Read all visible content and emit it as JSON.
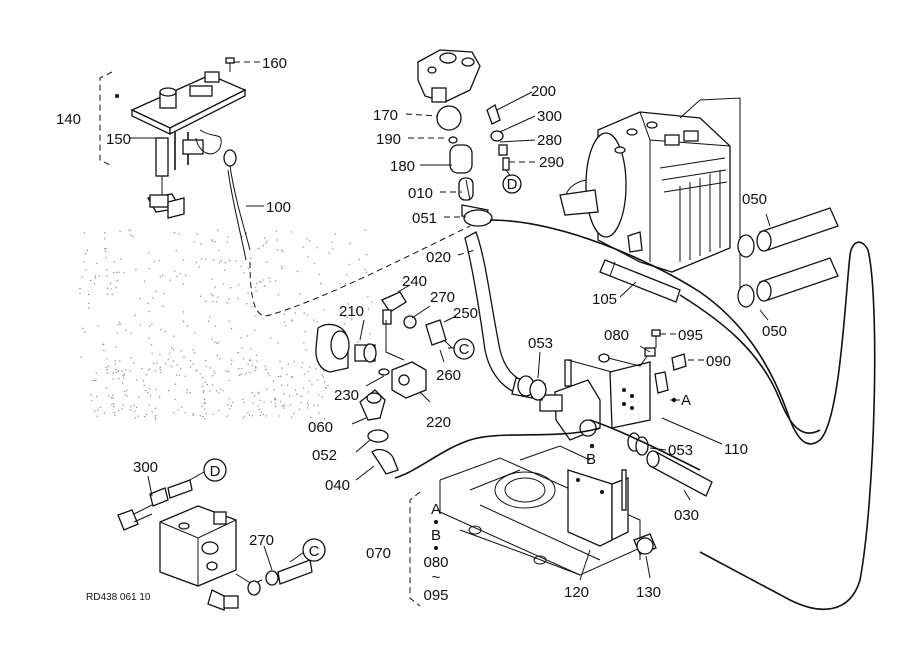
{
  "drawing_code": "RD438 061 10",
  "callouts": {
    "c160": "160",
    "c140": "140",
    "c150": "150",
    "c100": "100",
    "c170": "170",
    "c190": "190",
    "c180": "180",
    "c010": "010",
    "c051": "051",
    "c020": "020",
    "c200": "200",
    "c300": "300",
    "c280": "280",
    "c290": "290",
    "c050a": "050",
    "c050b": "050",
    "c105": "105",
    "c240": "240",
    "c270": "270",
    "c250": "250",
    "c210": "210",
    "c230": "230",
    "c260": "260",
    "c220": "220",
    "c060": "060",
    "c052": "052",
    "c040": "040",
    "c053a": "053",
    "c053b": "053",
    "c080": "080",
    "c095": "095",
    "c090": "090",
    "c110": "110",
    "c030": "030",
    "c120": "120",
    "c130": "130",
    "c070": "070",
    "c300b": "300",
    "c270b": "270"
  },
  "refs": {
    "D1": "D",
    "C1": "C",
    "D2": "D",
    "C2": "C",
    "A1": "A",
    "B1": "B"
  },
  "note": {
    "a": "A",
    "b": "B",
    "from": "080",
    "tilde": "~",
    "to": "095"
  }
}
